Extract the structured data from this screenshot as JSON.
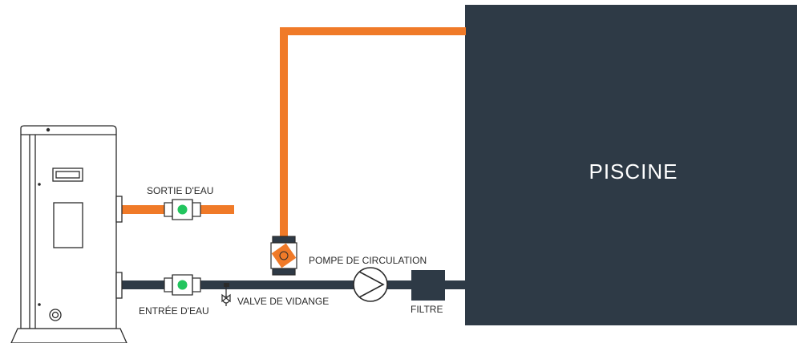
{
  "colors": {
    "pool": "#2e3a46",
    "hot_pipe": "#f07a28",
    "cold_pipe": "#2e3a46",
    "valve_indicator": "#22c55e",
    "outline": "#2b2b2b"
  },
  "pool": {
    "label": "PISCINE"
  },
  "labels": {
    "water_outlet": "SORTIE D'EAU",
    "water_inlet": "ENTRÉE D'EAU",
    "drain_valve": "VALVE DE VIDANGE",
    "circulation_pump": "POMPE DE CIRCULATION",
    "filter": "FILTRE"
  },
  "icons": {
    "heat_pump": "heat-pump-unit-icon",
    "ball_valve": "ball-valve-icon",
    "three_way_valve": "three-way-valve-icon",
    "drain_valve": "drain-valve-icon",
    "pump": "circulation-pump-icon",
    "filter": "filter-icon"
  }
}
